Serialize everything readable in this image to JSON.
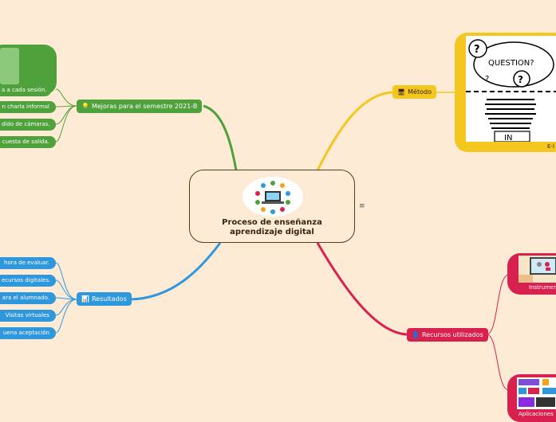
{
  "central": {
    "title_line1": "Proceso de enseñanza",
    "title_line2": "aprendizaje digital"
  },
  "menu_icon": "≡",
  "branches": {
    "mejoras": {
      "label": "Mejoras para el semestre 2021-B",
      "color": "#4fa13b",
      "leaves": [
        "a a cada sesión.",
        "n charla informal",
        "dido de cámaras.",
        "cuesta de salida."
      ]
    },
    "resultados": {
      "label": "Resultados",
      "color": "#2f97dc",
      "leaves": [
        "hora de evaluar.",
        "ecursos digitales.",
        "ara el alumnado.",
        "Visitas virtuales",
        "uena aceptación"
      ]
    },
    "metodo": {
      "label": "Método",
      "color": "#f3c71f",
      "card_caption": "E-l",
      "card_texts": {
        "question": "QUESTION?",
        "in": "IN"
      }
    },
    "recursos": {
      "label": "Recursos utilizados",
      "color": "#d8214e",
      "card1_caption": "Instrumen",
      "card2_caption": "Aplicaciones"
    }
  },
  "icons": {
    "mejoras": "lightbulb-icon",
    "resultados": "bar-chart-icon",
    "metodo": "computer-icon",
    "recursos": "person-icon"
  }
}
